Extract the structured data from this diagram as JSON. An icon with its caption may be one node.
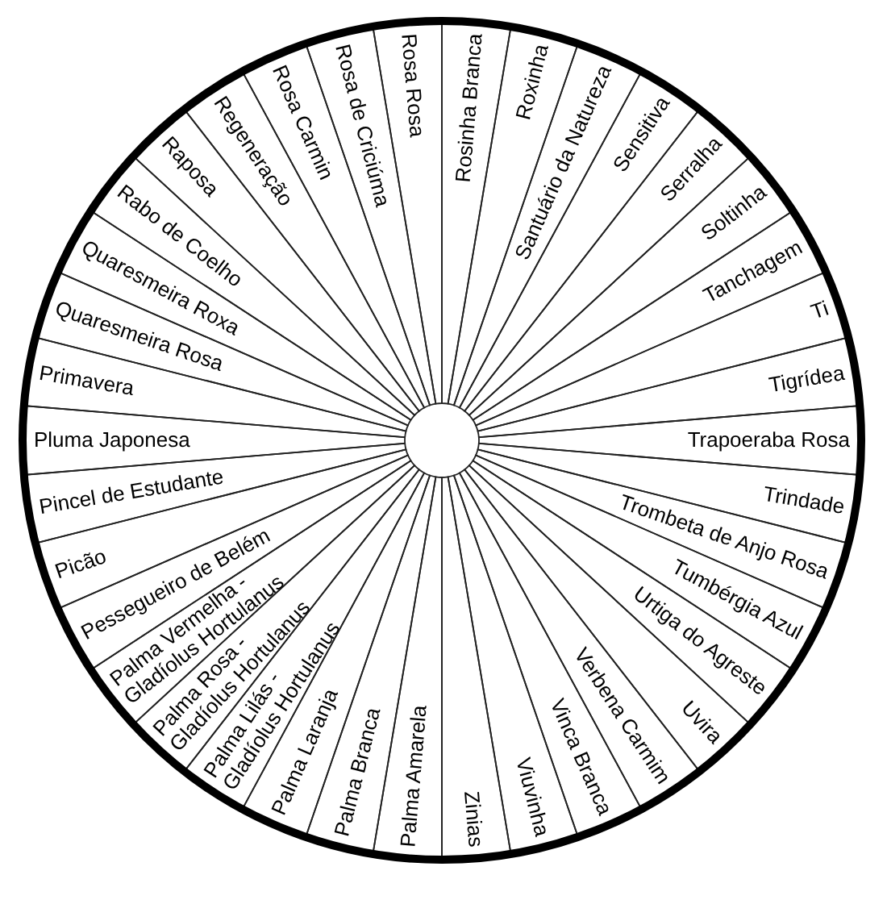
{
  "diagram": {
    "nodes": [
      {
        "text": [
          "Rosinha Branca"
        ]
      },
      {
        "text": [
          "Roxinha"
        ]
      },
      {
        "text": [
          "Santuário da Natureza"
        ]
      },
      {
        "text": [
          "Sensitiva"
        ]
      },
      {
        "text": [
          "Serralha"
        ]
      },
      {
        "text": [
          "Soltinha"
        ]
      },
      {
        "text": [
          "Tanchagem"
        ]
      },
      {
        "text": [
          "Ti"
        ]
      },
      {
        "text": [
          "Tigrídea"
        ]
      },
      {
        "text": [
          "Trapoeraba Rosa"
        ]
      },
      {
        "text": [
          "Trindade"
        ]
      },
      {
        "text": [
          "Trombeta de Anjo Rosa"
        ]
      },
      {
        "text": [
          "Tumbérgia Azul"
        ]
      },
      {
        "text": [
          "Urtiga do Agreste"
        ]
      },
      {
        "text": [
          "Uvira"
        ]
      },
      {
        "text": [
          "Verbena Carmim"
        ]
      },
      {
        "text": [
          "Vinca Branca"
        ]
      },
      {
        "text": [
          "Viuvinha"
        ]
      },
      {
        "text": [
          "Zinias"
        ]
      },
      {
        "text": [
          "Palma Amarela"
        ]
      },
      {
        "text": [
          "Palma Branca"
        ]
      },
      {
        "text": [
          "Palma Laranja"
        ]
      },
      {
        "text": [
          "Palma Lilás - Gladíolus Hortulanus"
        ]
      },
      {
        "text": [
          "Palma Rosa - Gladíolus Hortulanus"
        ]
      },
      {
        "text": [
          "Palma Vermelha - Gladíolus Hortulanus"
        ]
      },
      {
        "text": [
          "Pessegueiro de Belém"
        ]
      },
      {
        "text": [
          "Picão"
        ]
      },
      {
        "text": [
          "Pincel de Estudante"
        ]
      },
      {
        "text": [
          "Pluma Japonesa"
        ]
      },
      {
        "text": [
          "Primavera"
        ]
      },
      {
        "text": [
          "Quaresmeira Rosa"
        ]
      },
      {
        "text": [
          "Quaresmeira Roxa"
        ]
      },
      {
        "text": [
          "Rabo de Coelho"
        ]
      },
      {
        "text": [
          "Raposa"
        ]
      },
      {
        "text": [
          "Regeneração"
        ]
      },
      {
        "text": [
          "Rosa Carmin"
        ]
      },
      {
        "text": [
          "Rosa de Criciúma"
        ]
      },
      {
        "text": [
          "Rosa Rosa"
        ]
      }
    ]
  }
}
